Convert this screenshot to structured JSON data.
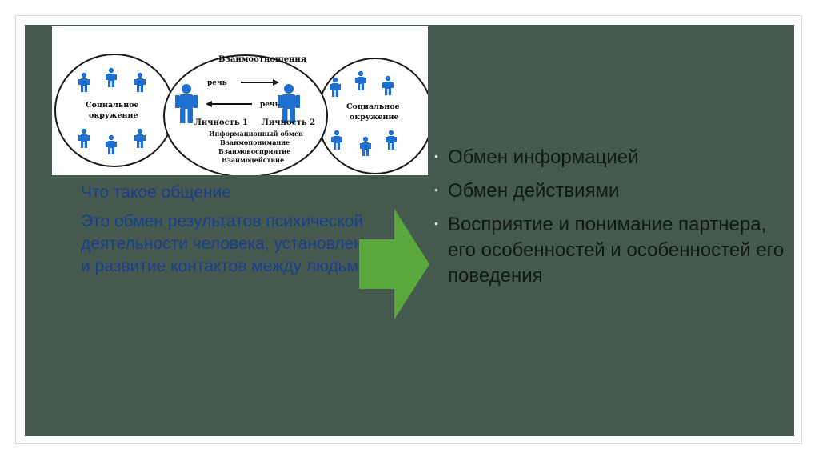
{
  "diagram": {
    "top_label": "Взаимоотношения",
    "speech_label_1": "речь",
    "speech_label_2": "речь",
    "person_1": "Личность 1",
    "person_2": "Личность 2",
    "left_env": [
      "Социальное",
      "окружение"
    ],
    "right_env": [
      "Социальное",
      "окружение"
    ],
    "center_list": [
      "Информационный обмен",
      "Взаимопонимание",
      "Взаимовосприятие",
      "Взаимодействие"
    ]
  },
  "left": {
    "question": "Что такое общение",
    "definition": "Это обмен результатов психической деятельности человека, установление и развитие контактов между людьми"
  },
  "bullets": [
    "Обмен информацией",
    "Обмен действиями",
    "Восприятие и понимание партнера, его особенностей и особенностей его поведения"
  ],
  "colors": {
    "slide_bg": "#455a4f",
    "arrow": "#5aa83c",
    "figure_blue": "#1f6fd0",
    "text_blue": "#1b3d8c"
  }
}
